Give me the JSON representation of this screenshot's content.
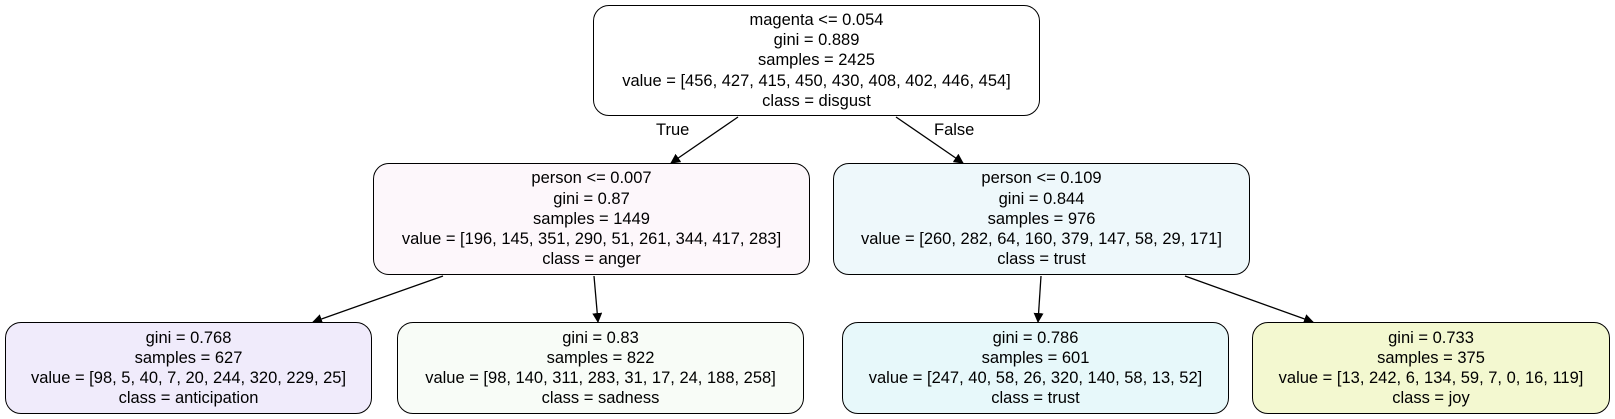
{
  "colors": {
    "root": "#ffffff",
    "anger": "#fdf7fb",
    "trust_internal": "#eef8fb",
    "anticipation": "#f0ebfb",
    "sadness": "#f8fcf7",
    "trust_leaf": "#e7f8fa",
    "joy": "#f3f8d0",
    "edge": "#000000"
  },
  "edge_labels": {
    "true": "True",
    "false": "False"
  },
  "nodes": [
    {
      "id": "root",
      "split": "magenta <= 0.054",
      "gini": "gini = 0.889",
      "samples": "samples = 2425",
      "value": "value = [456, 427, 415, 450, 430, 408, 402, 446, 454]",
      "class": "class = disgust"
    },
    {
      "id": "left",
      "split": "person <= 0.007",
      "gini": "gini = 0.87",
      "samples": "samples = 1449",
      "value": "value = [196, 145, 351, 290, 51, 261, 344, 417, 283]",
      "class": "class = anger"
    },
    {
      "id": "right",
      "split": "person <= 0.109",
      "gini": "gini = 0.844",
      "samples": "samples = 976",
      "value": "value = [260, 282, 64, 160, 379, 147, 58, 29, 171]",
      "class": "class = trust"
    },
    {
      "id": "leaf-1",
      "gini": "gini = 0.768",
      "samples": "samples = 627",
      "value": "value = [98, 5, 40, 7, 20, 244, 320, 229, 25]",
      "class": "class = anticipation"
    },
    {
      "id": "leaf-2",
      "gini": "gini = 0.83",
      "samples": "samples = 822",
      "value": "value = [98, 140, 311, 283, 31, 17, 24, 188, 258]",
      "class": "class = sadness"
    },
    {
      "id": "leaf-3",
      "gini": "gini = 0.786",
      "samples": "samples = 601",
      "value": "value = [247, 40, 58, 26, 320, 140, 58, 13, 52]",
      "class": "class = trust"
    },
    {
      "id": "leaf-4",
      "gini": "gini = 0.733",
      "samples": "samples = 375",
      "value": "value = [13, 242, 6, 134, 59, 7, 0, 16, 119]",
      "class": "class = joy"
    }
  ]
}
